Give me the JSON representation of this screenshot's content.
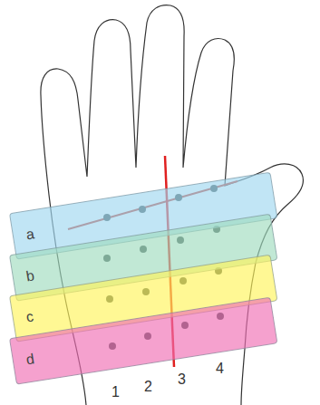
{
  "diagram": {
    "nodes": [
      {
        "text": [
          "a"
        ]
      },
      {
        "text": [
          "b"
        ]
      },
      {
        "text": [
          "c"
        ]
      },
      {
        "text": [
          "d"
        ]
      }
    ],
    "labels": [
      "1",
      "2",
      "3",
      "4"
    ]
  }
}
